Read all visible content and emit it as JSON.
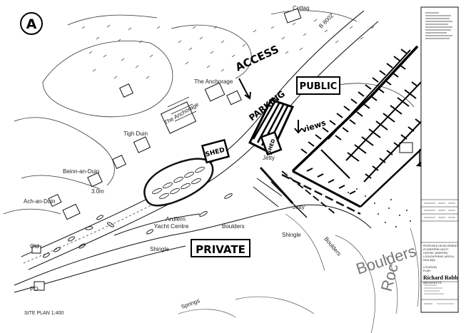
{
  "sheet": {
    "circle_letter": "A",
    "footer": "SITE PLAN 1:400",
    "colors": {
      "ink": "#111111",
      "paper": "#ffffff",
      "light_ink": "#555555"
    }
  },
  "labels": {
    "cottage": "Cottag",
    "road": "B 8002",
    "the_anchorage_top": "The Anchorage",
    "the_anchorage": "The Anchorage",
    "tigh_duin": "Tigh Duin",
    "beinn_an_duin": "Beinn-an-Duin",
    "ach_an_duin": "Ach-an-Duin",
    "three_om": "3.0m",
    "ardfern_yacht_centre": "Ardfern Yacht Centre",
    "boulders_mid": "Boulders",
    "shingle_left": "Shingle",
    "shingle_mid": "Shingle",
    "boulders_diag": "Boulders",
    "boulders_large": "Boulders",
    "rocks_large": "Roc",
    "springs": "Springs",
    "jetty_1": "Jetty",
    "jetty_2": "Jetty",
    "old": "Old",
    "po": "PO"
  },
  "annotations": {
    "access": "ACCESS",
    "parking": "PARKING",
    "public": "PUBLIC",
    "views": "views",
    "shed": "SHED",
    "shed_2": "SHED",
    "private": "PRIVATE"
  },
  "title_block": {
    "project_lines": [
      "PROPOSED DEVELOPMENT",
      "AT ARDFERN YACHT",
      "CENTRE, ARDFERN,",
      "LOCHGILPHEAD, ARGYLL",
      "PA31 8QN"
    ],
    "drawing_lines": [
      "LOCATION",
      "PLAN"
    ],
    "practice": "Richard Robb",
    "practice_sub": "ARCHITECTS"
  }
}
